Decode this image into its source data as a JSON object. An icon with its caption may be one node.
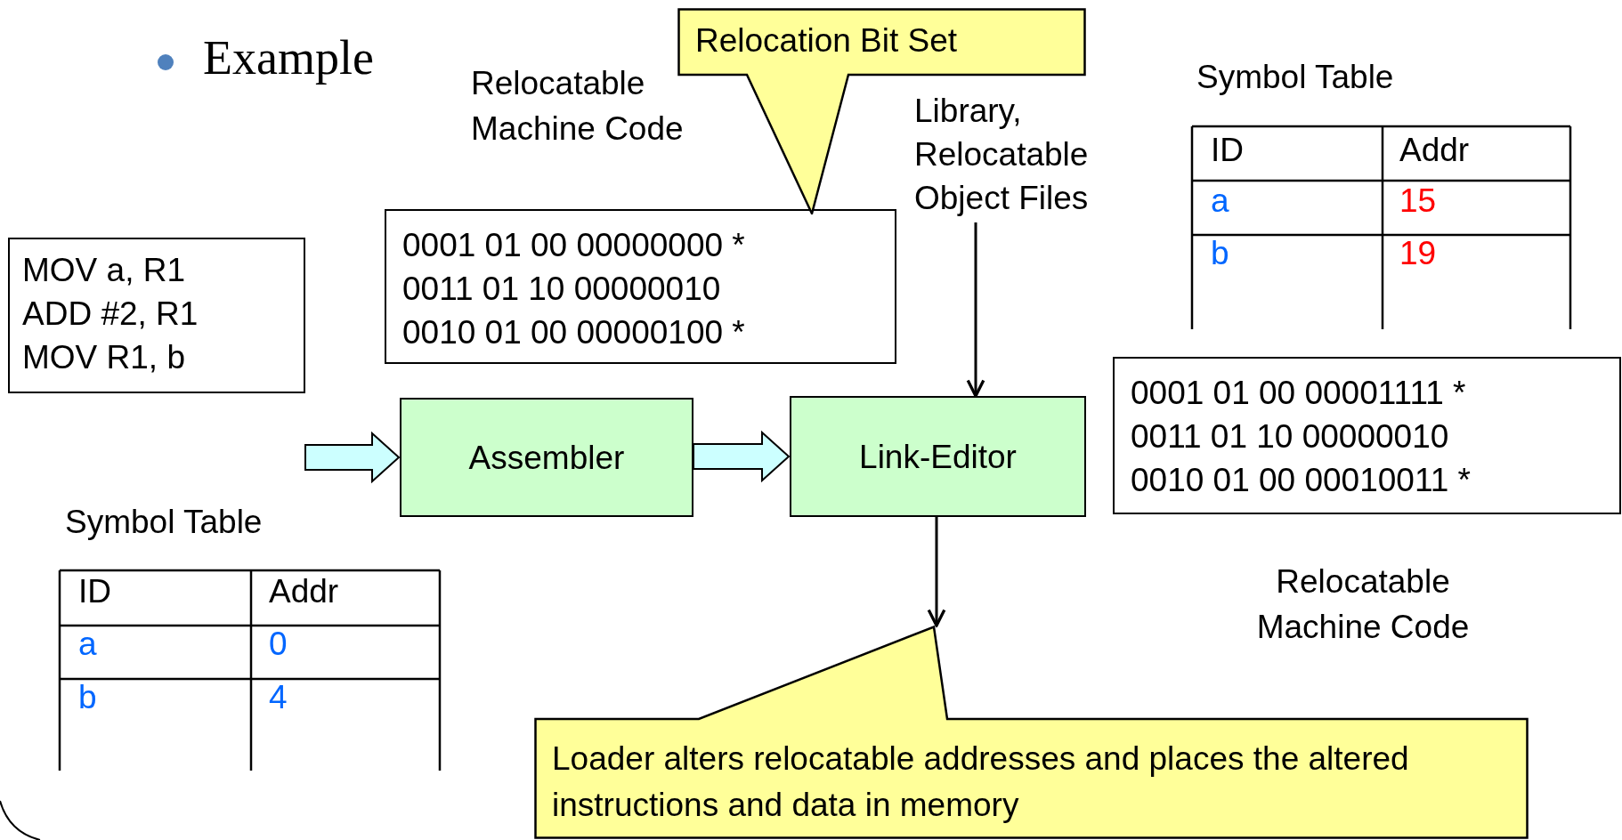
{
  "diagram": {
    "nodes": [
      {
        "text": [
          "MOV a, R1",
          "ADD #2, R1",
          "MOV R1, b"
        ]
      },
      {
        "text": [
          "0001 01 00 00000000 *",
          "0011 01 10 00000010",
          "0010 01 00 00000100 *"
        ]
      },
      {
        "text": [
          "Assembler"
        ]
      },
      {
        "text": [
          "Link-Editor"
        ]
      },
      {
        "text": [
          "0001 01 00 00001111 *",
          "0011 01 10 00000010",
          "0010 01 00 00010011 *"
        ]
      },
      {
        "text": [
          "Library, Relocatable Object Files"
        ]
      },
      {
        "text": [
          "Relocation Bit Set"
        ]
      },
      {
        "text": [
          "Loader alters relocatable addresses and places the altered instructions and data in memory"
        ]
      }
    ],
    "edges": [
      {
        "from": null,
        "to": 2,
        "arrow": "to",
        "style": "thick"
      },
      {
        "from": 2,
        "to": 3,
        "arrow": "to",
        "style": "thick"
      },
      {
        "from": 5,
        "to": 3,
        "arrow": "to"
      },
      {
        "from": 3,
        "to": 7,
        "arrow": "to"
      }
    ],
    "labels": [
      "Example",
      "Relocatable Machine Code",
      "Symbol Table",
      "ID",
      "Addr",
      "a",
      "15",
      "b",
      "19",
      "Symbol Table",
      "ID",
      "Addr",
      "a",
      "0",
      "b",
      "4",
      "Relocatable Machine Code"
    ]
  }
}
